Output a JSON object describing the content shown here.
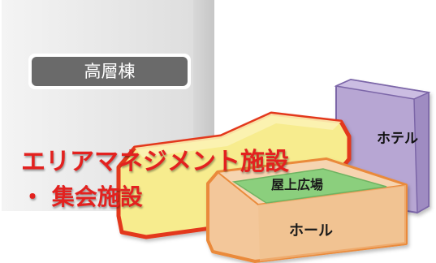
{
  "labels": {
    "tower": "高層棟",
    "hotel": "ホテル",
    "area_management": "エリアマネジメント施設",
    "assembly": "・ 集会施設",
    "rooftop_plaza": "屋上広場",
    "hall": "ホール"
  },
  "colors": {
    "tower_fill": "#e6e6e6",
    "tower_label_bg": "#6a6a6a",
    "hotel_fill": "#b7a6d3",
    "hotel_stroke": "#7b66a8",
    "yellow_fill": "#f7ec8e",
    "red_outline": "#e3391f",
    "hall_fill": "#f3c79a",
    "hall_stroke": "#ea8a3a",
    "plaza_fill": "#8bcf7d",
    "red_text": "#e3211f"
  }
}
